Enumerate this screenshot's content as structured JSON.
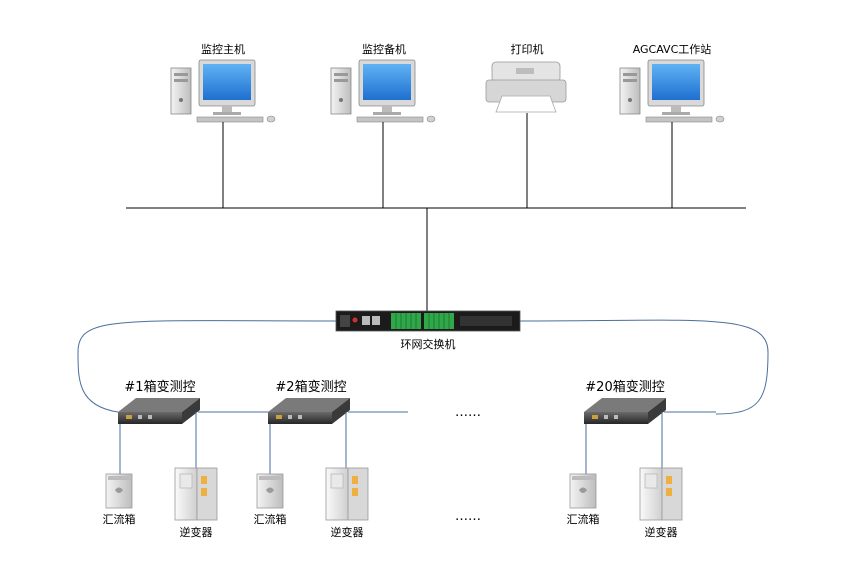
{
  "nodes": {
    "monitor_host": "监控主机",
    "monitor_backup": "监控备机",
    "printer": "打印机",
    "agcavc_station": "AGCAVC工作站",
    "ring_switch": "环网交换机",
    "box1": "#1箱变测控",
    "box2": "#2箱变测控",
    "box20": "#20箱变测控"
  },
  "devices": {
    "combiner_box": "汇流箱",
    "inverter": "逆变器"
  },
  "ellipsis": "……",
  "colors": {
    "bus_line": "#000000",
    "ring_line": "#4a6f9c",
    "monitor_screen": "#2e7fd6",
    "terminal_green": "#2fa84a"
  }
}
